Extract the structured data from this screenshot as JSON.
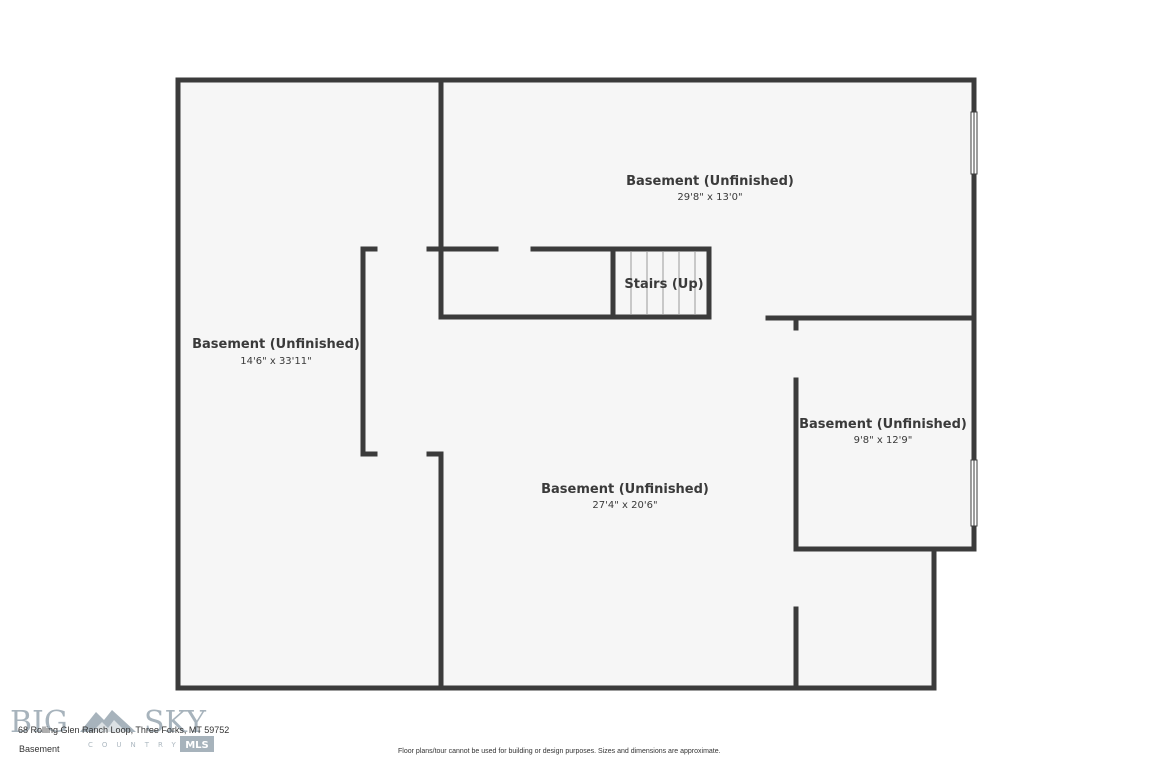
{
  "rooms": [
    {
      "label": "Basement (Unfinished)",
      "dims": "29'8\" x 13'0\""
    },
    {
      "label": "Basement (Unfinished)",
      "dims": "14'6\" x 33'11\""
    },
    {
      "label": "Basement (Unfinished)",
      "dims": "9'8\" x 12'9\""
    },
    {
      "label": "Basement (Unfinished)",
      "dims": "27'4\" x 20'6\""
    }
  ],
  "stairs": {
    "label": "Stairs (Up)"
  },
  "footer": {
    "address": "68 Rolling Glen Ranch Loop, Three Forks, MT 59752",
    "floor": "Basement",
    "disclaimer": "Floor plans/tour cannot be used for building or design purposes. Sizes and dimensions are approximate."
  },
  "logo": {
    "text_left": "BIG",
    "text_right": "SKY",
    "sub": "COUNTRY",
    "badge": "MLS"
  },
  "colors": {
    "wall": "#3b3b3b",
    "floor": "#f6f6f6",
    "window": "#ffffff"
  }
}
